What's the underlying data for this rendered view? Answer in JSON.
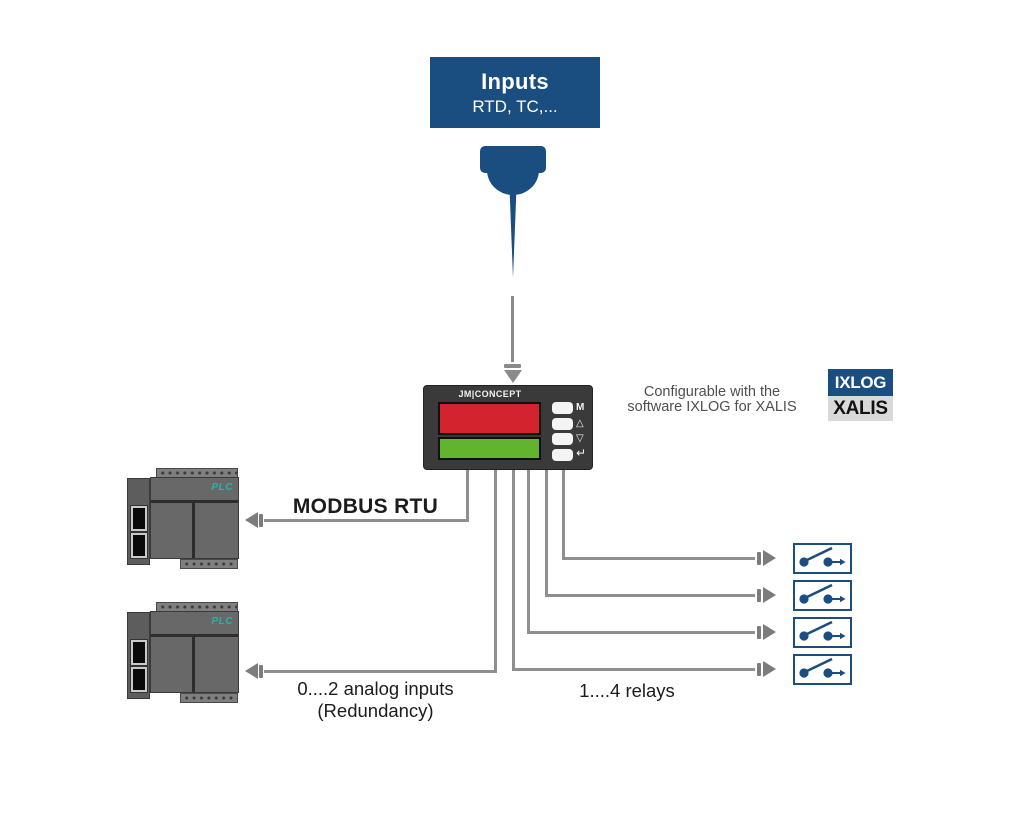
{
  "diagram": {
    "inputs_box": {
      "title": "Inputs",
      "subtitle": "RTD, TC,..."
    },
    "device": {
      "brand": "JM|CONCEPT",
      "button_labels": [
        "M",
        "△",
        "▽",
        "↵"
      ]
    },
    "config_note": {
      "line1": "Configurable with the",
      "line2": "software IXLOG for XALIS"
    },
    "badge": {
      "top": "IXLOG",
      "bottom": "XALIS"
    },
    "plc_label": "PLC",
    "connections": {
      "modbus": "MODBUS RTU",
      "analog_line1": "0....2 analog inputs",
      "analog_line2": "(Redundancy)",
      "relays": "1....4 relays",
      "relay_count": 4,
      "plc_count": 2
    },
    "colors": {
      "navy": "#1a4d80",
      "display_red": "#d2232e",
      "display_green": "#62b32d",
      "device_gray": "#3a3a3a",
      "plc_gray": "#686868",
      "plc_teal": "#29b3a6",
      "wire_gray": "#8f8f8f",
      "arrow_gray": "#7c7c7c",
      "badge_gray": "#d9d9d9"
    }
  }
}
